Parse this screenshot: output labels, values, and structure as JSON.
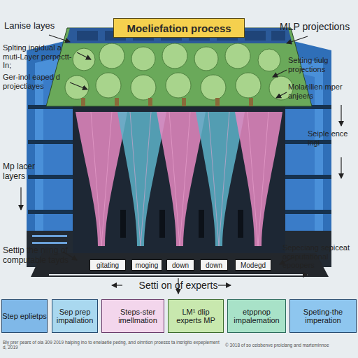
{
  "diagram": {
    "title": "Moeliefation process",
    "nodes": [
      {
        "text": [
          "gitating"
        ]
      },
      {
        "text": [
          "moging"
        ]
      },
      {
        "text": [
          "down"
        ]
      },
      {
        "text": [
          "down"
        ]
      },
      {
        "text": [
          "Modegd"
        ]
      },
      {
        "text": [
          "Step eplietps"
        ]
      },
      {
        "text": [
          "Sep prep impallation"
        ]
      },
      {
        "text": [
          "Steps-ster imellmation"
        ]
      },
      {
        "text": [
          "LM¹ dlip experts MP"
        ]
      },
      {
        "text": [
          "etppnop impalemation"
        ]
      },
      {
        "text": [
          "Speting-the imperation"
        ]
      }
    ],
    "labels": [
      "Lanise layes",
      "MLP projections",
      "Splting ingidual a muti-Layer perpectt-In;",
      "Ger-inol eaped d projectiayes",
      "Setting tiulg projections",
      "Molaellien mper anjeers",
      "Mp lacer layers",
      "Seiple ence ingi",
      "Settip the niing of computable tayds",
      "Sepeciang sepiceat ocnputational epoopers",
      "Setti on of experts",
      "Bly prer pears of ola 309 2019 halping ino to enelaetie pedng, and olnntion proesss ta insrlgito expeplement d, 2019",
      "© 3018 of so ceisbenve proiclang and marteminnoe"
    ]
  }
}
